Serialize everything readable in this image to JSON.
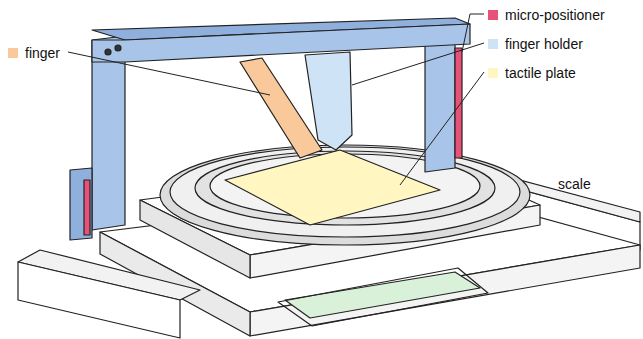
{
  "diagram": {
    "labels": [
      "scale"
    ],
    "legend": [
      {
        "text": "micro-positioner",
        "color": "#e8517a"
      },
      {
        "text": "finger holder",
        "color": "#cfe3f7"
      },
      {
        "text": "tactile plate",
        "color": "#fff6c2"
      },
      {
        "text": "finger",
        "color": "#f9c89b"
      }
    ]
  }
}
